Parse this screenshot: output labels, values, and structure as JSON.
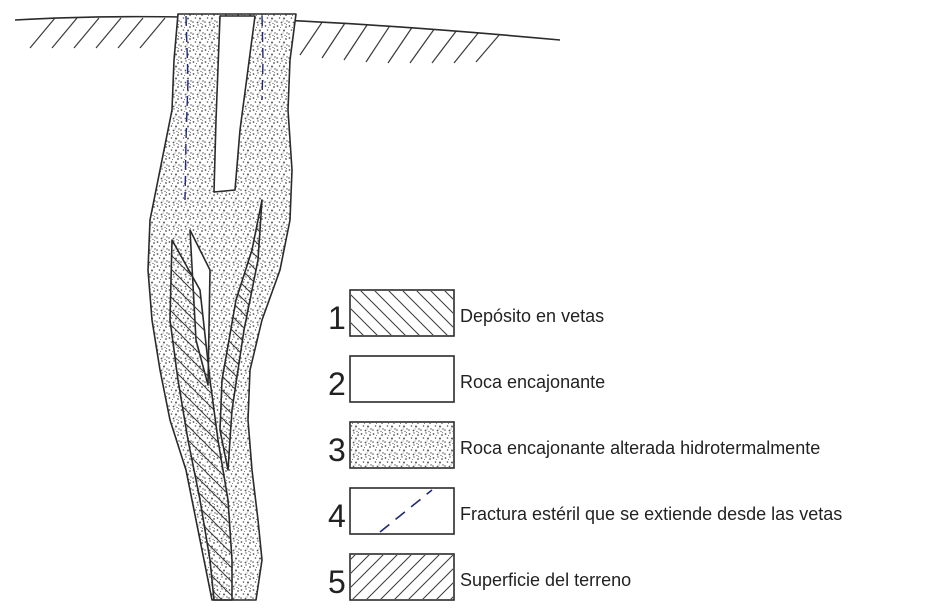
{
  "legend": {
    "items": [
      {
        "number": "1",
        "label": "Depósito en vetas",
        "pattern": "vein-hatch"
      },
      {
        "number": "2",
        "label": "Roca encajonante",
        "pattern": "blank"
      },
      {
        "number": "3",
        "label": "Roca encajonante alterada hidrotermalmente",
        "pattern": "stipple"
      },
      {
        "number": "4",
        "label": "Fractura estéril que se extiende desde las vetas",
        "pattern": "dashed-line"
      },
      {
        "number": "5",
        "label": "Superficie del terreno",
        "pattern": "ground-hatch"
      }
    ]
  },
  "colors": {
    "line": "#2b2b2b",
    "fracture": "#1f2a7a",
    "stipple": "#555555",
    "background": "#ffffff"
  }
}
